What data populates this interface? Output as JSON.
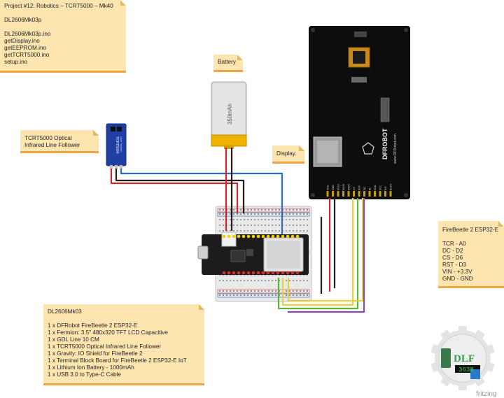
{
  "notes": {
    "project": [
      "Project #12: Robotics – TCRT5000 – Mk40",
      "",
      "DL2606Mk03p",
      "",
      "DL2606Mk03p.ino",
      "getDisplay.ino",
      "getEEPROM.ino",
      "getTCRT5000.ino",
      "setup.ino"
    ],
    "battery": [
      "Battery"
    ],
    "tcrt": [
      "TCRT5000 Optical",
      "Infrared Line Follower"
    ],
    "display": [
      "Display."
    ],
    "firebeetle": [
      "FireBeetle 2 ESP32-E",
      "",
      "TCR - A0",
      "DC - D2",
      "CS - D6",
      "RST - D3",
      "VIN - +3.3V",
      "GND - GND"
    ],
    "bom": [
      "DL2606Mk03",
      "",
      "1 x DFRobot FireBeetle 2 ESP32-E",
      "1 x Fermion: 3.5\" 480x320 TFT LCD Capacitive",
      "1 x GDL Line 10 CM",
      "1 x TCRT5000 Optical Infrared Line Follower",
      "1 x Gravity: IO Shield for FireBeetle 2",
      "1 x Terminal Block Board for FireBeetle 2 ESP32-E IoT",
      "1 x Lithium Ion Battery - 1000mAh",
      "1 x USB 3.0 to Type-C Cable"
    ]
  },
  "parts": {
    "battery_label": "350mAh",
    "sensor_label": "TCRT5000",
    "sensor_sub": "Line Tracker",
    "display_brand": "DFROBOT",
    "display_url": "www.DFRobot.com",
    "display_pins": [
      "VCC",
      "GND",
      "SCLK",
      "MOSI",
      "MISO",
      "CS",
      "RST",
      "DC",
      "BL",
      "SDA",
      "SCL",
      "INT",
      "BUSY"
    ]
  },
  "logo": {
    "text": "DLF",
    "counter": "3638",
    "credit": "fritzing"
  },
  "colors": {
    "note_fill": "#fde5b0",
    "note_border": "#f0a642",
    "wire_red": "#c8282d",
    "wire_black": "#1e1e1e",
    "wire_blue": "#2f6fbf",
    "wire_yellow": "#e8d23a",
    "wire_green": "#5bb43c",
    "wire_purple": "#8a4bb0"
  }
}
